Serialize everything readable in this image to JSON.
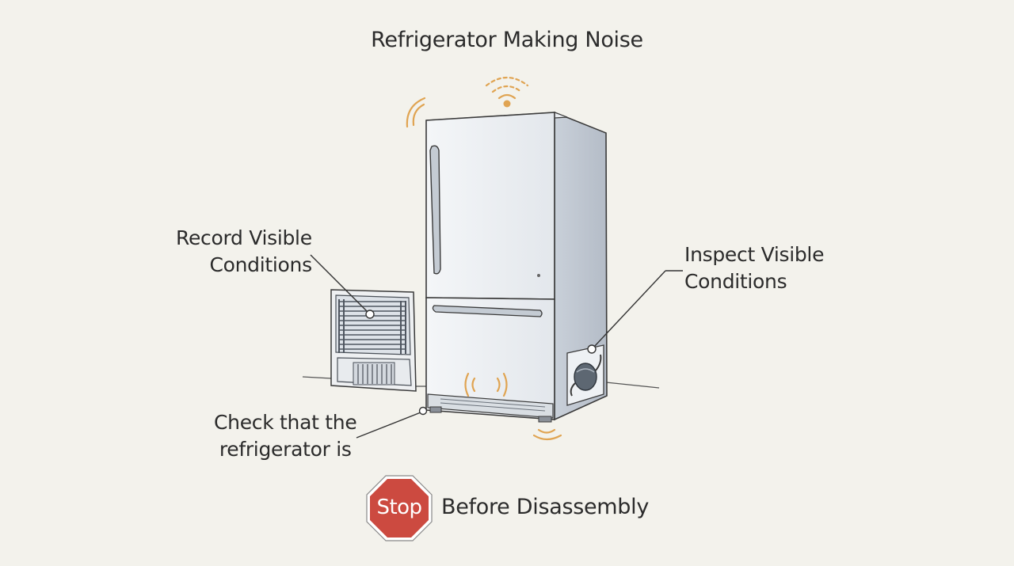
{
  "title": "Refrigerator Making Noise",
  "callouts": {
    "record": [
      "Record Visible",
      "Conditions"
    ],
    "inspect": [
      "Inspect Visible",
      "Conditions"
    ],
    "check": [
      "Check that the",
      "refrigerator is"
    ]
  },
  "stop": {
    "sign_text": "Stop",
    "text": "Before Disassembly"
  },
  "colors": {
    "background": "#f3f2ec",
    "sound_waves": "#e0a452",
    "stop_sign": "#cc4a40",
    "outline": "#3a3a3a"
  }
}
